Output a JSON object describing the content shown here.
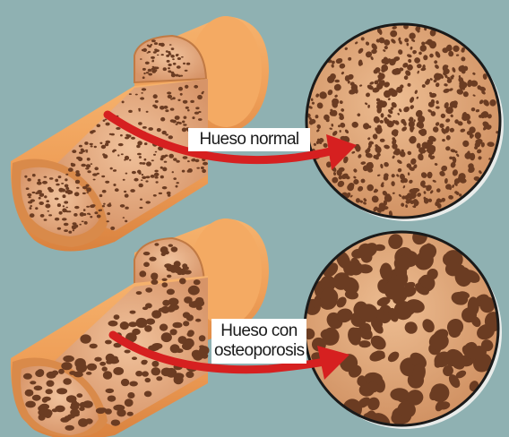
{
  "labels": {
    "normal": "Hueso normal",
    "osteo_line1": "Hueso con",
    "osteo_line2": "osteoporosis"
  },
  "colors": {
    "background": "#8fb1b2",
    "bone_outer": "#f3a563",
    "bone_inner": "#e6ad82",
    "pore": "#6b3c22",
    "arrow": "#d62020"
  },
  "icons": {
    "arrow": "curved-red-arrow",
    "magnifier": "circular-zoom-view"
  }
}
